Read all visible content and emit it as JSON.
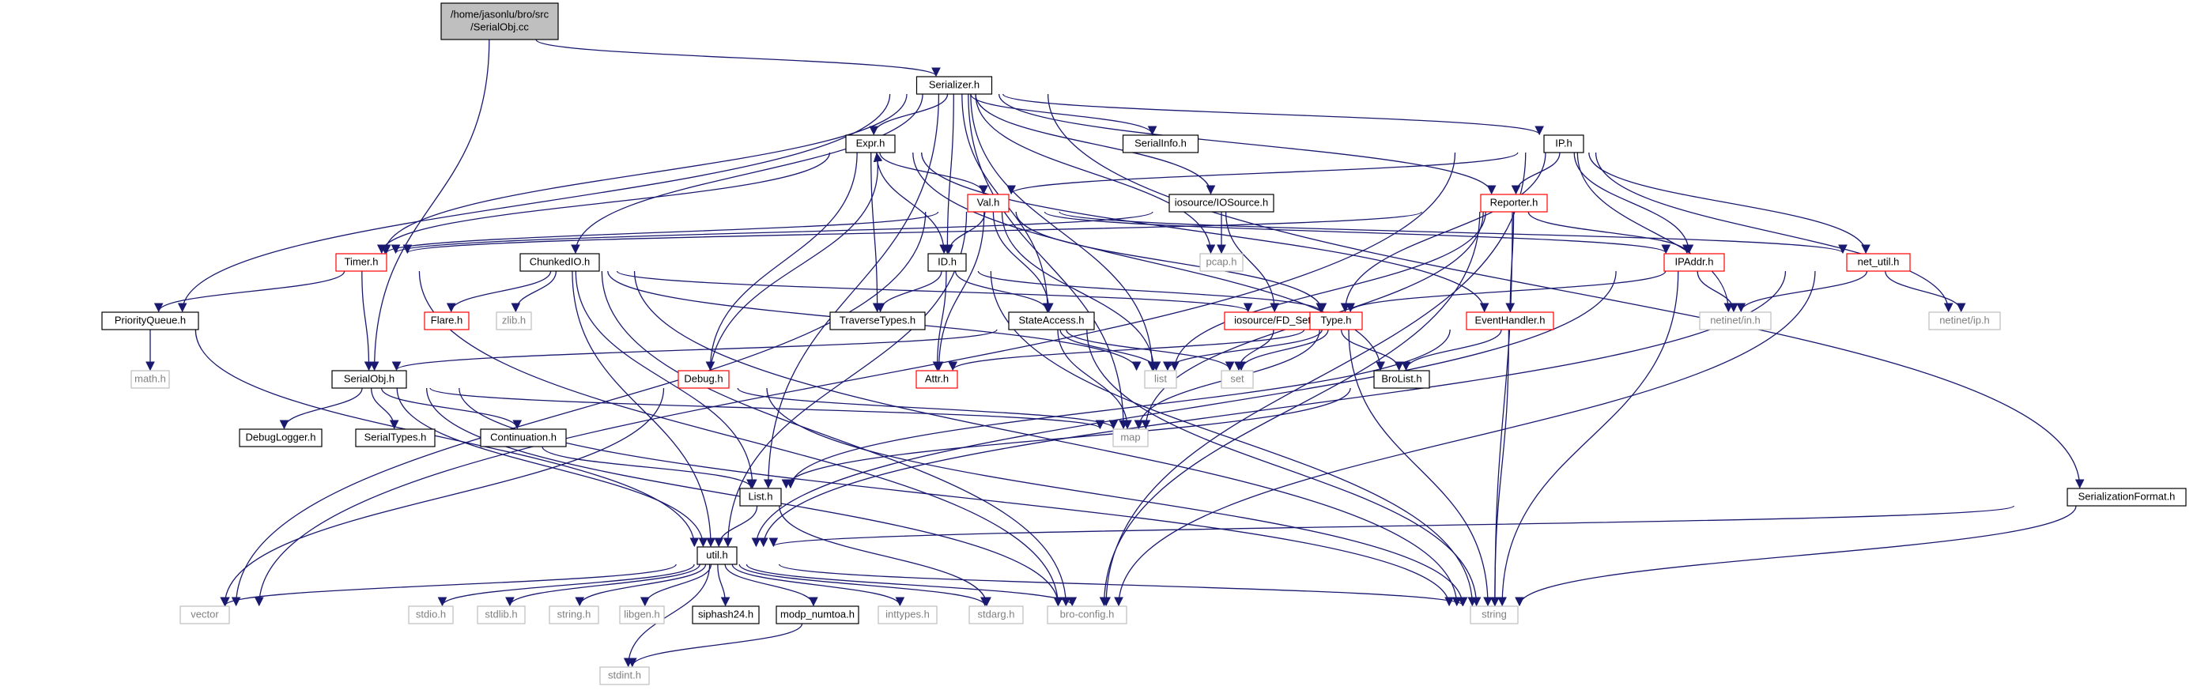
{
  "title": "/home/jasonlu/bro/src/SerialObj.cc",
  "colors": {
    "edge": "#191970",
    "root_fill": "#bfbfbf",
    "node_border": "#000000",
    "missing_border": "#bfbfbf",
    "truncated_border": "#ff0000",
    "node_text": "#000000",
    "missing_text": "#808080"
  },
  "nodes": {
    "root": {
      "label": [
        "/home/jasonlu/bro/src",
        "/SerialObj.cc"
      ],
      "kind": "root"
    },
    "serializer": {
      "label": [
        "Serializer.h"
      ],
      "kind": "normal"
    },
    "expr": {
      "label": [
        "Expr.h"
      ],
      "kind": "normal"
    },
    "serialinfo": {
      "label": [
        "SerialInfo.h"
      ],
      "kind": "normal"
    },
    "ip": {
      "label": [
        "IP.h"
      ],
      "kind": "normal"
    },
    "val": {
      "label": [
        "Val.h"
      ],
      "kind": "truncated"
    },
    "iosource": {
      "label": [
        "iosource/IOSource.h"
      ],
      "kind": "normal"
    },
    "reporter": {
      "label": [
        "Reporter.h"
      ],
      "kind": "truncated"
    },
    "timer": {
      "label": [
        "Timer.h"
      ],
      "kind": "truncated"
    },
    "chunkedio": {
      "label": [
        "ChunkedIO.h"
      ],
      "kind": "normal"
    },
    "id": {
      "label": [
        "ID.h"
      ],
      "kind": "normal"
    },
    "pcap": {
      "label": [
        "pcap.h"
      ],
      "kind": "missing"
    },
    "ipaddr": {
      "label": [
        "IPAddr.h"
      ],
      "kind": "truncated"
    },
    "netutil": {
      "label": [
        "net_util.h"
      ],
      "kind": "truncated"
    },
    "priorityqueue": {
      "label": [
        "PriorityQueue.h"
      ],
      "kind": "normal"
    },
    "flare": {
      "label": [
        "Flare.h"
      ],
      "kind": "truncated"
    },
    "zlib": {
      "label": [
        "zlib.h"
      ],
      "kind": "missing"
    },
    "traversetypes": {
      "label": [
        "TraverseTypes.h"
      ],
      "kind": "normal"
    },
    "stateaccess": {
      "label": [
        "StateAccess.h"
      ],
      "kind": "normal"
    },
    "fdset": {
      "label": [
        "iosource/FD_Set.h"
      ],
      "kind": "truncated"
    },
    "type": {
      "label": [
        "Type.h"
      ],
      "kind": "truncated"
    },
    "eventhandler": {
      "label": [
        "EventHandler.h"
      ],
      "kind": "truncated"
    },
    "netinetin": {
      "label": [
        "netinet/in.h"
      ],
      "kind": "missing"
    },
    "netinetip": {
      "label": [
        "netinet/ip.h"
      ],
      "kind": "missing"
    },
    "math": {
      "label": [
        "math.h"
      ],
      "kind": "missing"
    },
    "serialobj": {
      "label": [
        "SerialObj.h"
      ],
      "kind": "normal"
    },
    "debug": {
      "label": [
        "Debug.h"
      ],
      "kind": "truncated"
    },
    "attr": {
      "label": [
        "Attr.h"
      ],
      "kind": "truncated"
    },
    "list": {
      "label": [
        "list"
      ],
      "kind": "missing"
    },
    "set": {
      "label": [
        "set"
      ],
      "kind": "missing"
    },
    "brolist": {
      "label": [
        "BroList.h"
      ],
      "kind": "normal"
    },
    "map": {
      "label": [
        "map"
      ],
      "kind": "missing"
    },
    "debuglogger": {
      "label": [
        "DebugLogger.h"
      ],
      "kind": "normal"
    },
    "serialtypes": {
      "label": [
        "SerialTypes.h"
      ],
      "kind": "normal"
    },
    "continuation": {
      "label": [
        "Continuation.h"
      ],
      "kind": "normal"
    },
    "listh": {
      "label": [
        "List.h"
      ],
      "kind": "normal"
    },
    "serializationformat": {
      "label": [
        "SerializationFormat.h"
      ],
      "kind": "normal"
    },
    "util": {
      "label": [
        "util.h"
      ],
      "kind": "normal"
    },
    "vector": {
      "label": [
        "vector"
      ],
      "kind": "missing"
    },
    "stdio": {
      "label": [
        "stdio.h"
      ],
      "kind": "missing"
    },
    "stdlib": {
      "label": [
        "stdlib.h"
      ],
      "kind": "missing"
    },
    "stringh": {
      "label": [
        "string.h"
      ],
      "kind": "missing"
    },
    "libgen": {
      "label": [
        "libgen.h"
      ],
      "kind": "missing"
    },
    "siphash": {
      "label": [
        "siphash24.h"
      ],
      "kind": "normal"
    },
    "modpnumtoa": {
      "label": [
        "modp_numtoa.h"
      ],
      "kind": "normal"
    },
    "inttypes": {
      "label": [
        "inttypes.h"
      ],
      "kind": "missing"
    },
    "stdarg": {
      "label": [
        "stdarg.h"
      ],
      "kind": "missing"
    },
    "broconfig": {
      "label": [
        "bro-config.h"
      ],
      "kind": "missing"
    },
    "string": {
      "label": [
        "string"
      ],
      "kind": "missing"
    },
    "stdint": {
      "label": [
        "stdint.h"
      ],
      "kind": "missing"
    }
  },
  "edges": [
    [
      "root",
      "serializer"
    ],
    [
      "root",
      "serialobj"
    ],
    [
      "serializer",
      "expr"
    ],
    [
      "serializer",
      "serialinfo"
    ],
    [
      "serializer",
      "ip"
    ],
    [
      "serializer",
      "iosource"
    ],
    [
      "serializer",
      "reporter"
    ],
    [
      "serializer",
      "timer"
    ],
    [
      "serializer",
      "chunkedio"
    ],
    [
      "serializer",
      "id"
    ],
    [
      "serializer",
      "pcap"
    ],
    [
      "serializer",
      "priorityqueue"
    ],
    [
      "serializer",
      "stateaccess"
    ],
    [
      "serializer",
      "list"
    ],
    [
      "serializer",
      "map"
    ],
    [
      "serializer",
      "listh"
    ],
    [
      "serializer",
      "serializationformat"
    ],
    [
      "expr",
      "val"
    ],
    [
      "expr",
      "id"
    ],
    [
      "expr",
      "timer"
    ],
    [
      "expr",
      "debug"
    ],
    [
      "expr",
      "traversetypes"
    ],
    [
      "expr",
      "brolist"
    ],
    [
      "expr",
      "eventhandler"
    ],
    [
      "ip",
      "val"
    ],
    [
      "ip",
      "reporter"
    ],
    [
      "ip",
      "ipaddr"
    ],
    [
      "ip",
      "netutil"
    ],
    [
      "ip",
      "type"
    ],
    [
      "ip",
      "netinetin"
    ],
    [
      "ip",
      "netinetip"
    ],
    [
      "ip",
      "vector"
    ],
    [
      "ip",
      "broconfig"
    ],
    [
      "val",
      "id"
    ],
    [
      "val",
      "stateaccess"
    ],
    [
      "val",
      "timer"
    ],
    [
      "val",
      "type"
    ],
    [
      "val",
      "ipaddr"
    ],
    [
      "val",
      "netutil"
    ],
    [
      "val",
      "vector"
    ],
    [
      "val",
      "list"
    ],
    [
      "val",
      "attr"
    ],
    [
      "val",
      "util"
    ],
    [
      "iosource",
      "pcap"
    ],
    [
      "iosource",
      "fdset"
    ],
    [
      "iosource",
      "timer"
    ],
    [
      "reporter",
      "ipaddr"
    ],
    [
      "reporter",
      "eventhandler"
    ],
    [
      "reporter",
      "list"
    ],
    [
      "reporter",
      "map"
    ],
    [
      "reporter",
      "string"
    ],
    [
      "reporter",
      "broconfig"
    ],
    [
      "reporter",
      "timer"
    ],
    [
      "timer",
      "priorityqueue"
    ],
    [
      "timer",
      "serialobj"
    ],
    [
      "timer",
      "broconfig"
    ],
    [
      "chunkedio",
      "flare"
    ],
    [
      "chunkedio",
      "zlib"
    ],
    [
      "chunkedio",
      "fdset"
    ],
    [
      "chunkedio",
      "list"
    ],
    [
      "chunkedio",
      "util"
    ],
    [
      "chunkedio",
      "listh"
    ],
    [
      "chunkedio",
      "broconfig"
    ],
    [
      "chunkedio",
      "string"
    ],
    [
      "id",
      "traversetypes"
    ],
    [
      "id",
      "stateaccess"
    ],
    [
      "id",
      "attr"
    ],
    [
      "id",
      "type"
    ],
    [
      "id",
      "string"
    ],
    [
      "ipaddr",
      "type"
    ],
    [
      "ipaddr",
      "netinetin"
    ],
    [
      "ipaddr",
      "string"
    ],
    [
      "ipaddr",
      "util"
    ],
    [
      "netutil",
      "netinetin"
    ],
    [
      "netutil",
      "netinetip"
    ],
    [
      "netutil",
      "util"
    ],
    [
      "netutil",
      "broconfig"
    ],
    [
      "priorityqueue",
      "math"
    ],
    [
      "priorityqueue",
      "util"
    ],
    [
      "stateaccess",
      "serialobj"
    ],
    [
      "stateaccess",
      "list"
    ],
    [
      "stateaccess",
      "set"
    ],
    [
      "stateaccess",
      "map"
    ],
    [
      "stateaccess",
      "string"
    ],
    [
      "fdset",
      "set"
    ],
    [
      "type",
      "attr"
    ],
    [
      "type",
      "list"
    ],
    [
      "type",
      "set"
    ],
    [
      "type",
      "map"
    ],
    [
      "type",
      "string"
    ],
    [
      "type",
      "brolist"
    ],
    [
      "eventhandler",
      "brolist"
    ],
    [
      "eventhandler",
      "listh"
    ],
    [
      "eventhandler",
      "string"
    ],
    [
      "serialobj",
      "debuglogger"
    ],
    [
      "serialobj",
      "serialtypes"
    ],
    [
      "serialobj",
      "continuation"
    ],
    [
      "serialobj",
      "util"
    ],
    [
      "serialobj",
      "map"
    ],
    [
      "serialobj",
      "string"
    ],
    [
      "serialobj",
      "broconfig"
    ],
    [
      "debug",
      "expr"
    ],
    [
      "debug",
      "map"
    ],
    [
      "debug",
      "string"
    ],
    [
      "debug",
      "vector"
    ],
    [
      "brolist",
      "listh"
    ],
    [
      "continuation",
      "listh"
    ],
    [
      "listh",
      "util"
    ],
    [
      "listh",
      "stdarg"
    ],
    [
      "serializationformat",
      "util"
    ],
    [
      "serializationformat",
      "string"
    ],
    [
      "util",
      "vector"
    ],
    [
      "util",
      "stdio"
    ],
    [
      "util",
      "stdlib"
    ],
    [
      "util",
      "stringh"
    ],
    [
      "util",
      "libgen"
    ],
    [
      "util",
      "siphash"
    ],
    [
      "util",
      "modpnumtoa"
    ],
    [
      "util",
      "inttypes"
    ],
    [
      "util",
      "stdarg"
    ],
    [
      "util",
      "broconfig"
    ],
    [
      "util",
      "string"
    ],
    [
      "util",
      "stdint"
    ],
    [
      "modpnumtoa",
      "stdint"
    ]
  ]
}
